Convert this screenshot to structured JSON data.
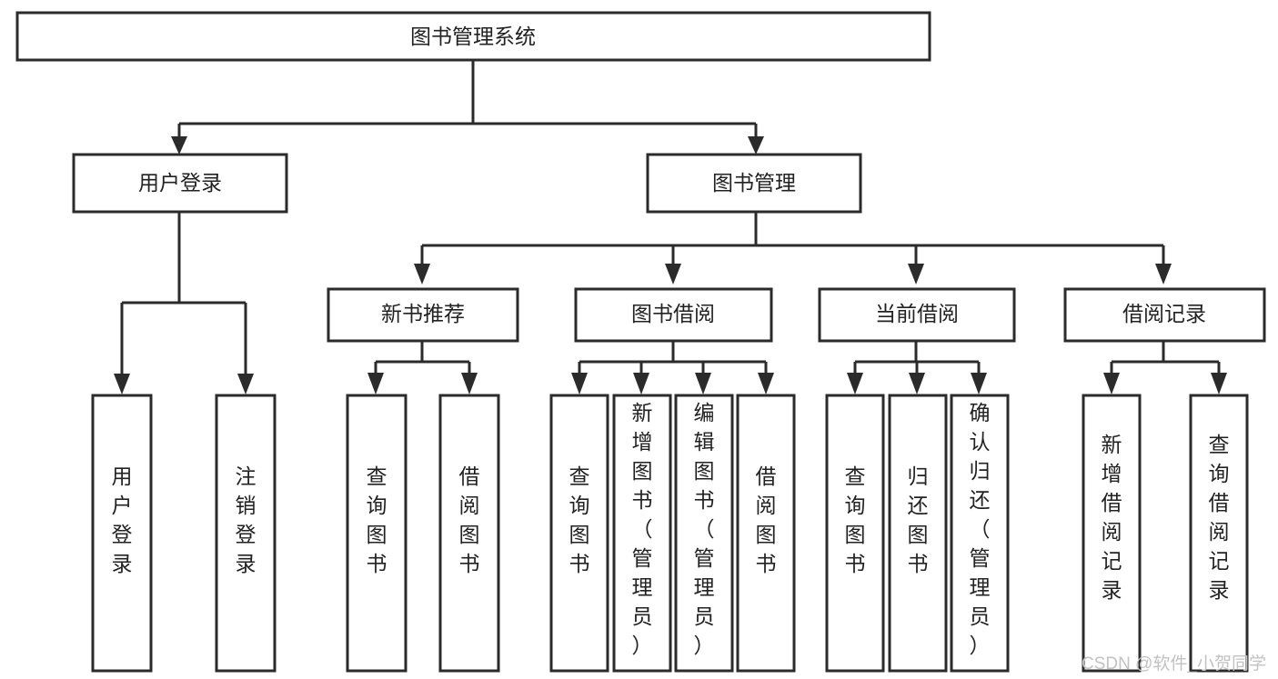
{
  "diagram": {
    "title": "图书管理系统",
    "type": "tree-hierarchy",
    "background_color": "#ffffff",
    "box_stroke_color": "#2b2b2b",
    "box_fill_color": "#ffffff",
    "text_color": "#222222",
    "root": {
      "label": "图书管理系统",
      "orientation": "horizontal"
    },
    "level2": [
      {
        "label": "用户登录",
        "orientation": "horizontal"
      },
      {
        "label": "图书管理",
        "orientation": "horizontal"
      }
    ],
    "level3": [
      {
        "label": "新书推荐",
        "orientation": "horizontal",
        "parent": "图书管理"
      },
      {
        "label": "图书借阅",
        "orientation": "horizontal",
        "parent": "图书管理"
      },
      {
        "label": "当前借阅",
        "orientation": "horizontal",
        "parent": "图书管理"
      },
      {
        "label": "借阅记录",
        "orientation": "horizontal",
        "parent": "图书管理"
      }
    ],
    "leaves": {
      "用户登录": [
        {
          "label": "用户登录",
          "orientation": "vertical"
        },
        {
          "label": "注销登录",
          "orientation": "vertical"
        }
      ],
      "新书推荐": [
        {
          "label": "查询图书",
          "orientation": "vertical"
        },
        {
          "label": "借阅图书",
          "orientation": "vertical"
        }
      ],
      "图书借阅": [
        {
          "label": "查询图书",
          "orientation": "vertical"
        },
        {
          "label": "新增图书（管理员）",
          "orientation": "vertical"
        },
        {
          "label": "编辑图书（管理员）",
          "orientation": "vertical"
        },
        {
          "label": "借阅图书",
          "orientation": "vertical"
        }
      ],
      "当前借阅": [
        {
          "label": "查询图书",
          "orientation": "vertical"
        },
        {
          "label": "归还图书",
          "orientation": "vertical"
        },
        {
          "label": "确认归还（管理员）",
          "orientation": "vertical"
        }
      ],
      "借阅记录": [
        {
          "label": "新增借阅记录",
          "orientation": "vertical"
        },
        {
          "label": "查询借阅记录",
          "orientation": "vertical"
        }
      ]
    }
  },
  "watermark": {
    "text": "CSDN @软件_小贺同学",
    "color": "#c2c2c2"
  }
}
